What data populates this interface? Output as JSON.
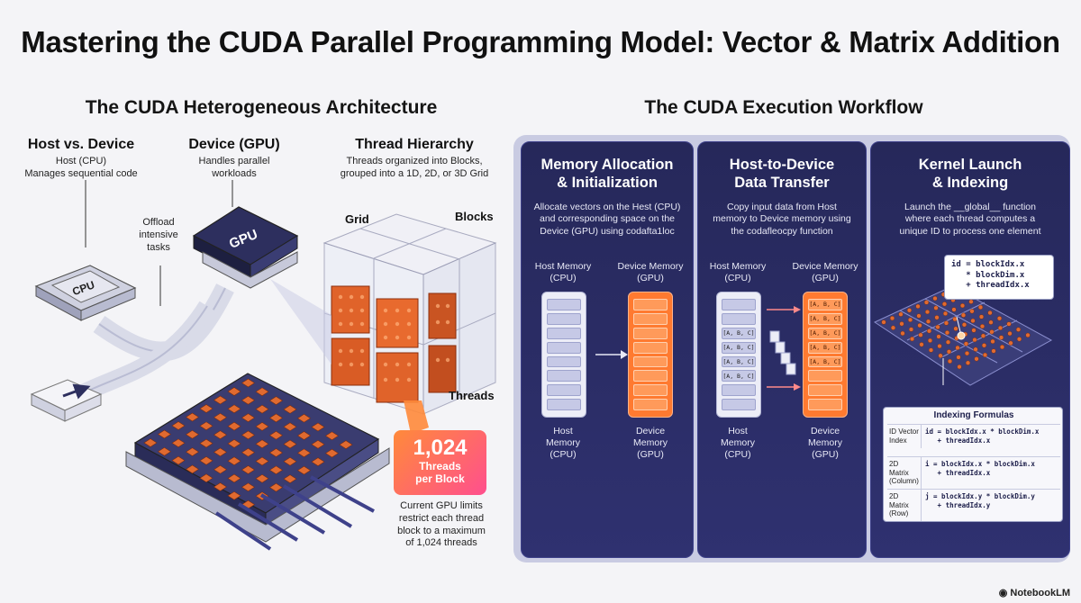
{
  "title": "Mastering the CUDA Parallel Programming Model: Vector & Matrix Addition",
  "architecture": {
    "title": "The CUDA Heterogeneous Architecture",
    "host_vs_device": {
      "heading": "Host vs. Device",
      "text": "Host (CPU)\nManages sequential code"
    },
    "device_gpu": {
      "heading": "Device (GPU)",
      "text": "Handles parallel\nworkloads"
    },
    "thread_hierarchy": {
      "heading": "Thread Hierarchy",
      "text": "Threads organized into Blocks,\ngrouped into a 1D, 2D, or 3D Grid"
    },
    "cpu_chip": "CPU",
    "gpu_chip": "GPU",
    "offload": "Offload\nintensive\ntasks",
    "grid_label": "Grid",
    "blocks_label": "Blocks",
    "threads_label": "Threads",
    "badge_number": "1,024",
    "badge_text": "Threads\nper Block",
    "limit_text": "Current GPU limits\nrestrict each thread\nblock to a maximum\nof 1,024 threads"
  },
  "workflow": {
    "title": "The CUDA Execution Workflow",
    "panel1": {
      "heading": "Memory Allocation\n& Initialization",
      "text": "Allocate vectors on the Hest (CPU)\nand corresponding space on the\nDevice (GPU) using codafta1loc",
      "host_top": "Host Memory\n(CPU)",
      "device_top": "Device Memory\n(GPU)",
      "host_bottom": "Host\nMemory\n(CPU)",
      "device_bottom": "Device\nMemory\n(GPU)"
    },
    "panel2": {
      "heading": "Host-to-Device\nData Transfer",
      "text": "Copy input data from Host\nmemory to Device memory using\nthe codafleocpy function",
      "host_top": "Host Memory\n(CPU)",
      "device_top": "Device Memory\n(GPU)",
      "host_bottom": "Host\nMemory\n(CPU)",
      "device_bottom": "Device\nMemory\n(GPU)",
      "slot_label": "[A, B, C]"
    },
    "panel3": {
      "heading": "Kernel Launch\n& Indexing",
      "text": "Launch the __global__ function\nwhere each thread computes a\nunique ID to process one element",
      "id_code": "id = blockIdx.x\n   * blockDim.x\n   + threadIdx.x",
      "formulas_title": "Indexing Formulas",
      "formulas": [
        {
          "label": "ID Vector Index",
          "code": "id = blockIdx.x * blockDim.x\n   + threadIdx.x"
        },
        {
          "label": "2D Matrix (Column)",
          "code": "i = blockIdx.x * blockDim.x\n   + threadIdx.x"
        },
        {
          "label": "2D Matrix (Row)",
          "code": "j = blockIdx.y * blockDim.y\n   + threadIdx.y"
        }
      ]
    }
  },
  "brand": "NotebookLM",
  "colors": {
    "panel_bg": "#2a2c66",
    "accent_orange": "#ff7a30",
    "badge_pink": "#ff4f8e",
    "frame": "#c9cbe2"
  }
}
